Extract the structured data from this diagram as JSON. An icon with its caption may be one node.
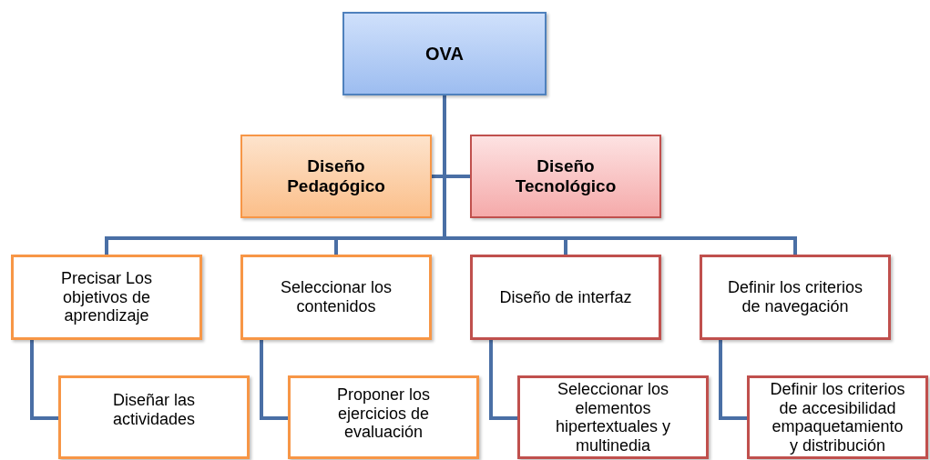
{
  "diagram": {
    "nodes": [
      {
        "text": [
          "OVA"
        ]
      },
      {
        "text": [
          "Diseño Pedagógico"
        ]
      },
      {
        "text": [
          "Diseño Tecnológico"
        ]
      },
      {
        "text": [
          "Precisar Los objetivos de aprendizaje"
        ]
      },
      {
        "text": [
          "Seleccionar los contenidos"
        ]
      },
      {
        "text": [
          "Diseño de interfaz"
        ]
      },
      {
        "text": [
          "Definir los criterios de navegación"
        ]
      },
      {
        "text": [
          "Diseñar las actividades"
        ]
      },
      {
        "text": [
          "Proponer los ejercicios de evaluación"
        ]
      },
      {
        "text": [
          "Seleccionar los elementos hipertextuales y multinedia"
        ]
      },
      {
        "text": [
          "Definir los criterios de accesibilidad empaquetamiento y distribución"
        ]
      }
    ],
    "edges": [
      {
        "from": 0,
        "to": 1,
        "arrow": "none"
      },
      {
        "from": 0,
        "to": 2,
        "arrow": "none"
      },
      {
        "from": 0,
        "to": 3,
        "arrow": "none"
      },
      {
        "from": 0,
        "to": 4,
        "arrow": "none"
      },
      {
        "from": 0,
        "to": 5,
        "arrow": "none"
      },
      {
        "from": 0,
        "to": 6,
        "arrow": "none"
      },
      {
        "from": 3,
        "to": 7,
        "arrow": "none"
      },
      {
        "from": 4,
        "to": 8,
        "arrow": "none"
      },
      {
        "from": 5,
        "to": 9,
        "arrow": "none"
      },
      {
        "from": 6,
        "to": 10,
        "arrow": "none"
      }
    ]
  }
}
